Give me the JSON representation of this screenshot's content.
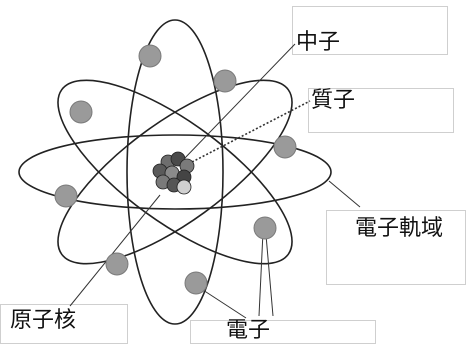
{
  "labels": {
    "neutron": "中子",
    "proton": "質子",
    "electron_orbit": "電子軌域",
    "nucleus": "原子核",
    "electron": "電子"
  },
  "colors": {
    "orbit_stroke": "#222222",
    "electron_fill": "#9a9a9a",
    "leader_line": "#333333",
    "box_border": "#cfcfcf"
  }
}
